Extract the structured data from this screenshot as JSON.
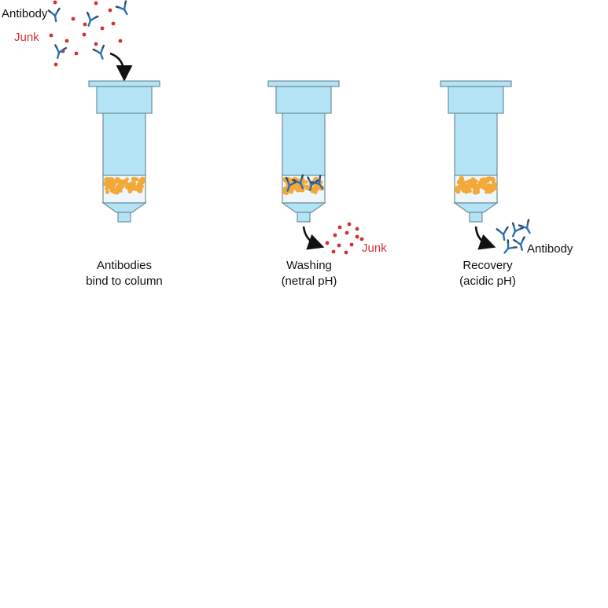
{
  "labels": {
    "antibody_input": "Antibody",
    "junk_input": "Junk",
    "junk_output": "Junk",
    "antibody_output": "Antibody"
  },
  "steps": [
    {
      "caption_line1": "Antibodies",
      "caption_line2": "bind to column"
    },
    {
      "caption_line1": "Washing",
      "caption_line2": "(netral pH)"
    },
    {
      "caption_line1": "Recovery",
      "caption_line2": "(acidic pH)"
    }
  ],
  "colors": {
    "column_fill": "#b3e3f4",
    "column_stroke": "#6f8f9c",
    "resin_beads": "#f4a83a",
    "antibody_blue": "#2b6fb6",
    "antibody_dark": "#34495e",
    "junk_red": "#d62f2f",
    "arrow": "#111111"
  }
}
